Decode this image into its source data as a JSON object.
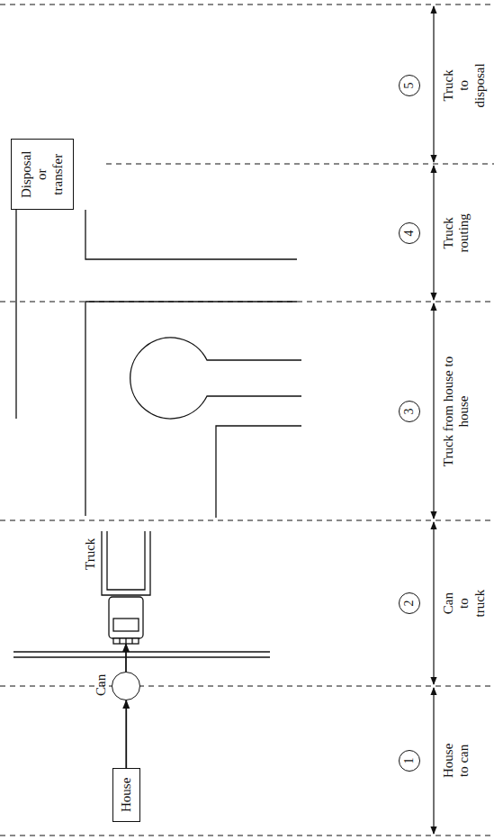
{
  "diagram": {
    "nodes": [
      {
        "text": [
          "House"
        ]
      },
      {
        "text": [
          "Can"
        ]
      },
      {
        "text": [
          "Truck"
        ]
      },
      {
        "text": [
          "Disposal or transfer"
        ]
      },
      {
        "text": [
          "1"
        ]
      },
      {
        "text": [
          "2"
        ]
      },
      {
        "text": [
          "3"
        ]
      },
      {
        "text": [
          "4"
        ]
      },
      {
        "text": [
          "5"
        ]
      }
    ],
    "edges": [
      {
        "from": 0,
        "to": 1,
        "arrow": "to"
      },
      {
        "from": 1,
        "to": 2,
        "arrow": "to"
      }
    ],
    "labels": [
      "House to can",
      "Can to truck",
      "Truck from house to house",
      "Truck routing",
      "Truck to disposal"
    ]
  }
}
